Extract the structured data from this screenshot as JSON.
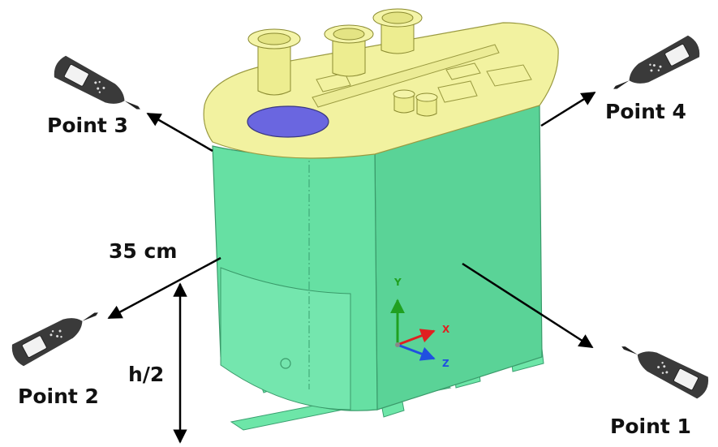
{
  "labels": {
    "point1": "Point 1",
    "point2": "Point 2",
    "point3": "Point 3",
    "point4": "Point 4",
    "distance": "35 cm",
    "height": "h/2"
  },
  "axes": {
    "x": "X",
    "y": "Y",
    "z": "Z"
  },
  "colors": {
    "tank_body": "#66e0a3",
    "tank_side_dark": "#5ad397",
    "lid": "#f2f2a0",
    "port": "#f0f09a",
    "hatch": "#6a66e0",
    "arrow": "#000000",
    "axis_x": "#e02020",
    "axis_y": "#20a020",
    "axis_z": "#2050e0"
  },
  "icons": {
    "meter": "sound-level-meter-icon"
  }
}
